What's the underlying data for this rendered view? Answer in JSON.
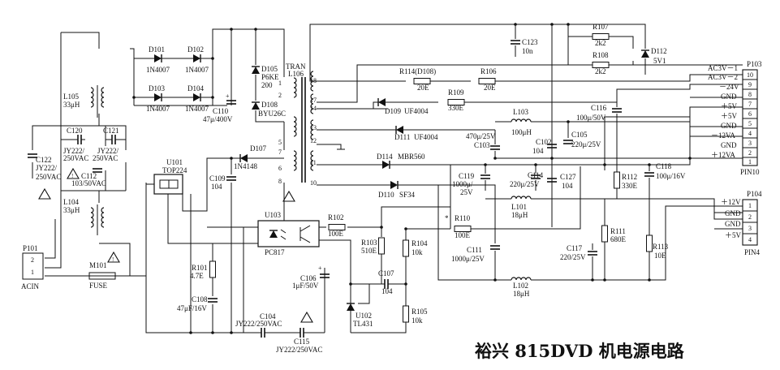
{
  "title": "裕兴 815DVD 机电源电路",
  "connectors": {
    "p101": {
      "ref": "P101",
      "label": "ACIN",
      "pins": [
        "2",
        "1"
      ]
    },
    "p103": {
      "ref": "P103",
      "label": "PIN10",
      "nets": [
        "AC3V－1",
        "AC3V－2",
        "－24V",
        "GND",
        "＋5V",
        "＋5V",
        "GND",
        "－12VA",
        "GND",
        "＋12VA"
      ],
      "pins": [
        "10",
        "9",
        "8",
        "7",
        "6",
        "5",
        "4",
        "3",
        "2",
        "1"
      ]
    },
    "p104": {
      "ref": "P104",
      "label": "PIN4",
      "nets": [
        "＋12V",
        "GND",
        "GND",
        "＋5V"
      ],
      "pins": [
        "1",
        "2",
        "3",
        "4"
      ]
    }
  },
  "transformer": {
    "ref": "TRAN",
    "ref2": "L106",
    "pins": [
      "18",
      "1",
      "2",
      "17",
      "14",
      "13",
      "12",
      "5",
      "7",
      "11",
      "6",
      "10",
      "8"
    ]
  },
  "components": {
    "L105": {
      "ref": "L105",
      "value": "33μH"
    },
    "L104": {
      "ref": "L104",
      "value": "33μH"
    },
    "C122": {
      "ref": "C122",
      "value": "JY222/",
      "value2": "250VAC"
    },
    "C120": {
      "ref": "C120",
      "value": "JY222/",
      "value2": "250VAC"
    },
    "C121": {
      "ref": "C121",
      "value": "JY222/",
      "value2": "250VAC"
    },
    "C112": {
      "ref": "C112",
      "value": "103/50VAC"
    },
    "M101": {
      "ref": "M101",
      "value": "FUSE"
    },
    "D101": {
      "ref": "D101",
      "value": "1N4007"
    },
    "D102": {
      "ref": "D102",
      "value": "1N4007"
    },
    "D103": {
      "ref": "D103",
      "value": "1N4007"
    },
    "D104": {
      "ref": "D104",
      "value": "1N4007"
    },
    "C110": {
      "ref": "C110",
      "value": "47μ/400V"
    },
    "D105": {
      "ref": "D105",
      "value": "P6KE",
      "value2": "200"
    },
    "D108": {
      "ref": "D108",
      "value": "BYU26C"
    },
    "D107": {
      "ref": "D107",
      "value": "1N4148"
    },
    "U101": {
      "ref": "U101",
      "value": "TOP224"
    },
    "C109": {
      "ref": "C109",
      "value": "104"
    },
    "U103": {
      "ref": "U103",
      "value": "PC817"
    },
    "R101": {
      "ref": "R101",
      "value": "4.7E"
    },
    "C108": {
      "ref": "C108",
      "value": "47μF/16V"
    },
    "C104": {
      "ref": "C104",
      "value": "JY222/250VAC"
    },
    "C115": {
      "ref": "C115",
      "value": "JY222/250VAC"
    },
    "R102": {
      "ref": "R102",
      "value": "100E"
    },
    "R103": {
      "ref": "R103",
      "value": "510E"
    },
    "C106": {
      "ref": "C106",
      "value": "1μF/50V"
    },
    "C107": {
      "ref": "C107",
      "value": "104"
    },
    "R104": {
      "ref": "R104",
      "value": "10k"
    },
    "U102": {
      "ref": "U102",
      "value": "TL431"
    },
    "R105": {
      "ref": "R105",
      "value": "10k"
    },
    "R110": {
      "ref": "R110",
      "value": "100E",
      "mark": "*"
    },
    "R114": {
      "ref": "R114(D108)",
      "value": "20E"
    },
    "R106": {
      "ref": "R106",
      "value": "20E"
    },
    "R109": {
      "ref": "R109",
      "value": "330E"
    },
    "D109": {
      "ref": "D109",
      "value": "UF4004"
    },
    "D111": {
      "ref": "D111",
      "value": "UF4004"
    },
    "D114": {
      "ref": "D114",
      "value": "MBR560"
    },
    "D110": {
      "ref": "D110",
      "value": "SF34"
    },
    "C123": {
      "ref": "C123",
      "value": "10n"
    },
    "R107": {
      "ref": "R107",
      "value": "2k2"
    },
    "R108": {
      "ref": "R108",
      "value": "2k2"
    },
    "D112": {
      "ref": "D112",
      "value": "5V1"
    },
    "L103": {
      "ref": "L103",
      "value": "100μH"
    },
    "C116": {
      "ref": "C116",
      "value": "100μ/50V"
    },
    "C103": {
      "ref": "C103",
      "value": "470μ/25V"
    },
    "C102": {
      "ref": "C102",
      "value": "104"
    },
    "C105": {
      "ref": "C105",
      "value": "220μ/25V"
    },
    "C119": {
      "ref": "C119",
      "value": "1000μ/",
      "value2": "25V"
    },
    "C114": {
      "ref": "C114",
      "value": "220μ/25V"
    },
    "C127": {
      "ref": "C127",
      "value": "104"
    },
    "R112": {
      "ref": "R112",
      "value": "330E"
    },
    "C118": {
      "ref": "C118",
      "value": "100μ/16V"
    },
    "L101": {
      "ref": "L101",
      "value": "18μH"
    },
    "C111": {
      "ref": "C111",
      "value": "1000μ/25V"
    },
    "R111": {
      "ref": "R111",
      "value": "680E"
    },
    "C117": {
      "ref": "C117",
      "value": "220/25V"
    },
    "R113": {
      "ref": "R113",
      "value": "10E"
    },
    "L102": {
      "ref": "L102",
      "value": "18μH"
    }
  },
  "warning_mark": "!"
}
